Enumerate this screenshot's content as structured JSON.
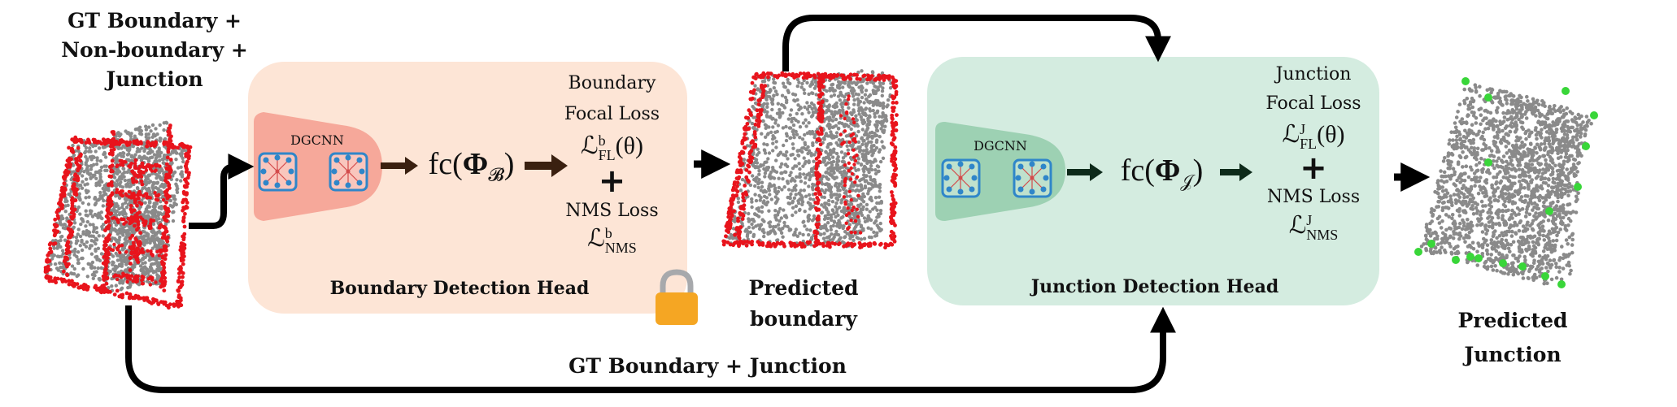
{
  "labels": {
    "input": [
      "GT Boundary +",
      "Non-boundary +",
      "Junction"
    ],
    "boundary_head": {
      "title": "Boundary Detection Head",
      "encoder": "DGCNN",
      "fc_prefix": "fc(",
      "fc_symbol": "Φ",
      "fc_sub": "𝓑",
      "fc_suffix": ")",
      "focal_loss_line1": "Boundary",
      "focal_loss_line2": "Focal Loss",
      "focal_loss_symbol": "ℒ",
      "focal_loss_sup": "b",
      "focal_loss_sub": "FL",
      "focal_loss_arg": "(θ)",
      "plus": "+",
      "nms_loss": "NMS Loss",
      "nms_symbol": "ℒ",
      "nms_sup": "b",
      "nms_sub": "NMS"
    },
    "predicted_boundary": [
      "Predicted",
      "boundary"
    ],
    "junction_head": {
      "title": "Junction Detection Head",
      "encoder": "DGCNN",
      "fc_prefix": "fc(",
      "fc_symbol": "Φ",
      "fc_sub": "𝒥",
      "fc_suffix": ")",
      "focal_loss_line1": "Junction",
      "focal_loss_line2": "Focal Loss",
      "focal_loss_symbol": "ℒ",
      "focal_loss_sup": "J",
      "focal_loss_sub": "FL",
      "focal_loss_arg": "(θ)",
      "plus": "+",
      "nms_loss": "NMS Loss",
      "nms_symbol": "ℒ",
      "nms_sup": "J",
      "nms_sub": "NMS"
    },
    "predicted_junction": [
      "Predicted",
      "Junction"
    ],
    "bottom_path": "GT Boundary  + Junction"
  },
  "colors": {
    "boundary_panel": "#fde5d6",
    "boundary_encoder": "#f6a89a",
    "junction_panel": "#d4ece0",
    "junction_encoder": "#9dd1b3",
    "arrow": "#000000",
    "arrow_brown": "#3a2010",
    "arrow_green": "#0d2a1a",
    "point_gray": "#8a8a8a",
    "point_red": "#e8141c",
    "point_green": "#39d639",
    "lock_body": "#f5a623",
    "lock_shackle": "#a7a9ac",
    "node_blue": "#2f86c9"
  },
  "icons": [
    "lock-icon",
    "graph-node-icon"
  ]
}
